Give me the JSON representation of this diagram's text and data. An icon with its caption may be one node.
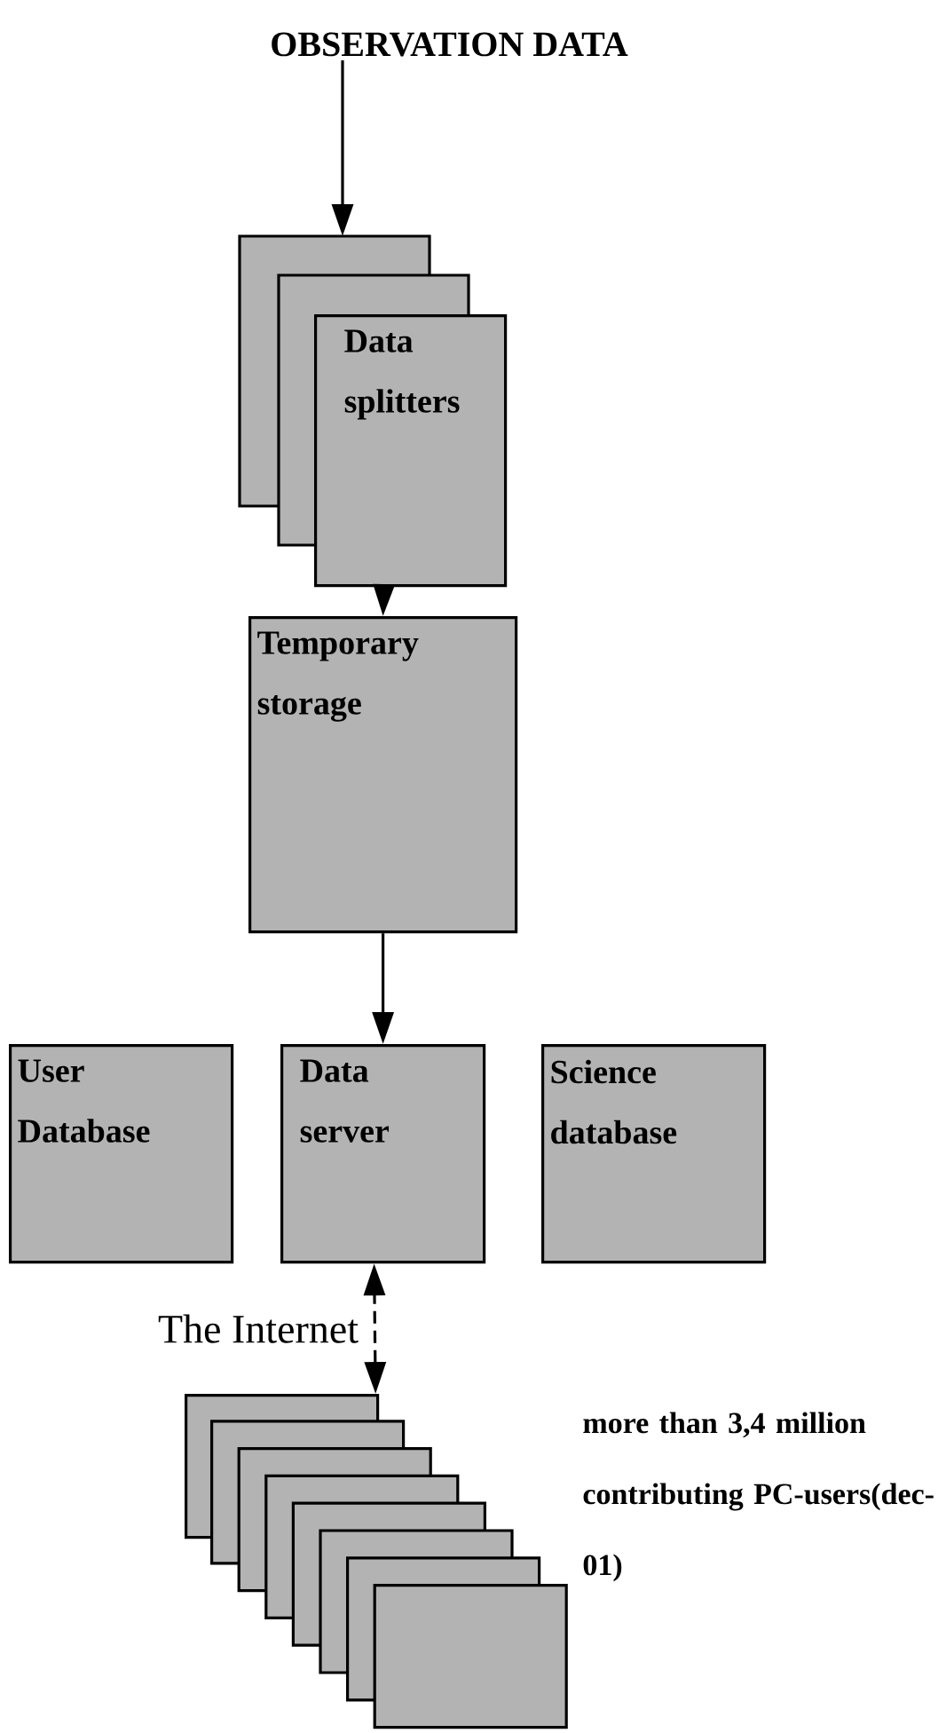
{
  "diagram": {
    "nodes": [
      {
        "text": [
          "OBSERVATION DATA"
        ]
      },
      {
        "text": [
          "Data splitters"
        ]
      },
      {
        "text": [
          "Temporary storage"
        ]
      },
      {
        "text": [
          "User Database"
        ]
      },
      {
        "text": [
          "Data server"
        ]
      },
      {
        "text": [
          "Science database"
        ]
      },
      {
        "text": [],
        "shape": "box",
        "beside": [
          "more than 3,4 million contributing PC-users(dec-01)"
        ]
      }
    ],
    "edges": [
      {
        "from": 0,
        "to": 1,
        "arrow": "to"
      },
      {
        "from": 1,
        "to": 2,
        "arrow": "to"
      },
      {
        "from": 2,
        "to": 4,
        "arrow": "to"
      },
      {
        "from": 6,
        "to": 4,
        "arrow": "both",
        "style": "dashed",
        "label": "The Internet"
      }
    ]
  }
}
